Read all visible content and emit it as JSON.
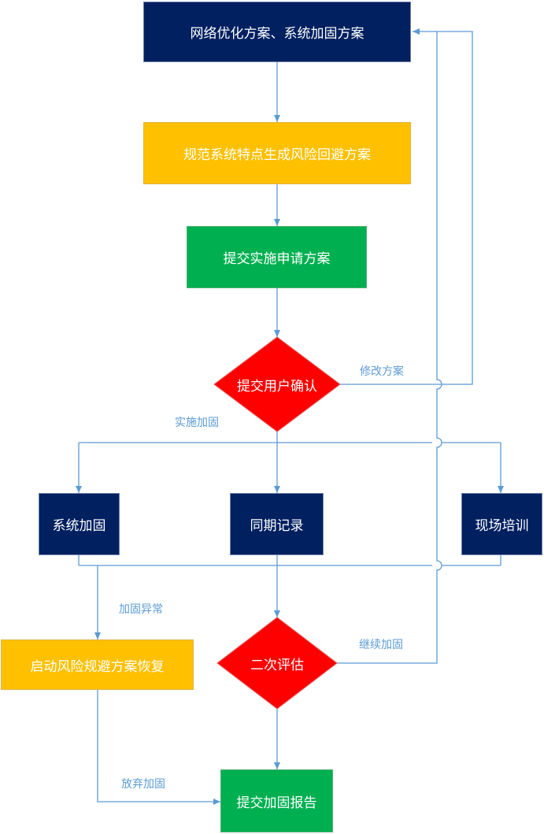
{
  "nodes": {
    "network_plan": "网络优化方案、系统加固方案",
    "risk_plan": "规范系统特点生成风险回避方案",
    "submit_plan": "提交实施申请方案",
    "user_confirm": "提交用户确认",
    "sys_harden": "系统加固",
    "sync_record": "同期记录",
    "onsite_training": "现场培训",
    "start_recovery": "启动风险规避方案恢复",
    "second_eval": "二次评估",
    "submit_report": "提交加固报告"
  },
  "edge_labels": {
    "modify_plan": "修改方案",
    "implement": "实施加固",
    "harden_error": "加固异常",
    "continue": "继续加固",
    "abandon": "放弃加固"
  },
  "colors": {
    "navy": "#002060",
    "gold": "#ffc000",
    "green": "#00b050",
    "red": "#ff0000",
    "connector": "#5b9bd5"
  }
}
